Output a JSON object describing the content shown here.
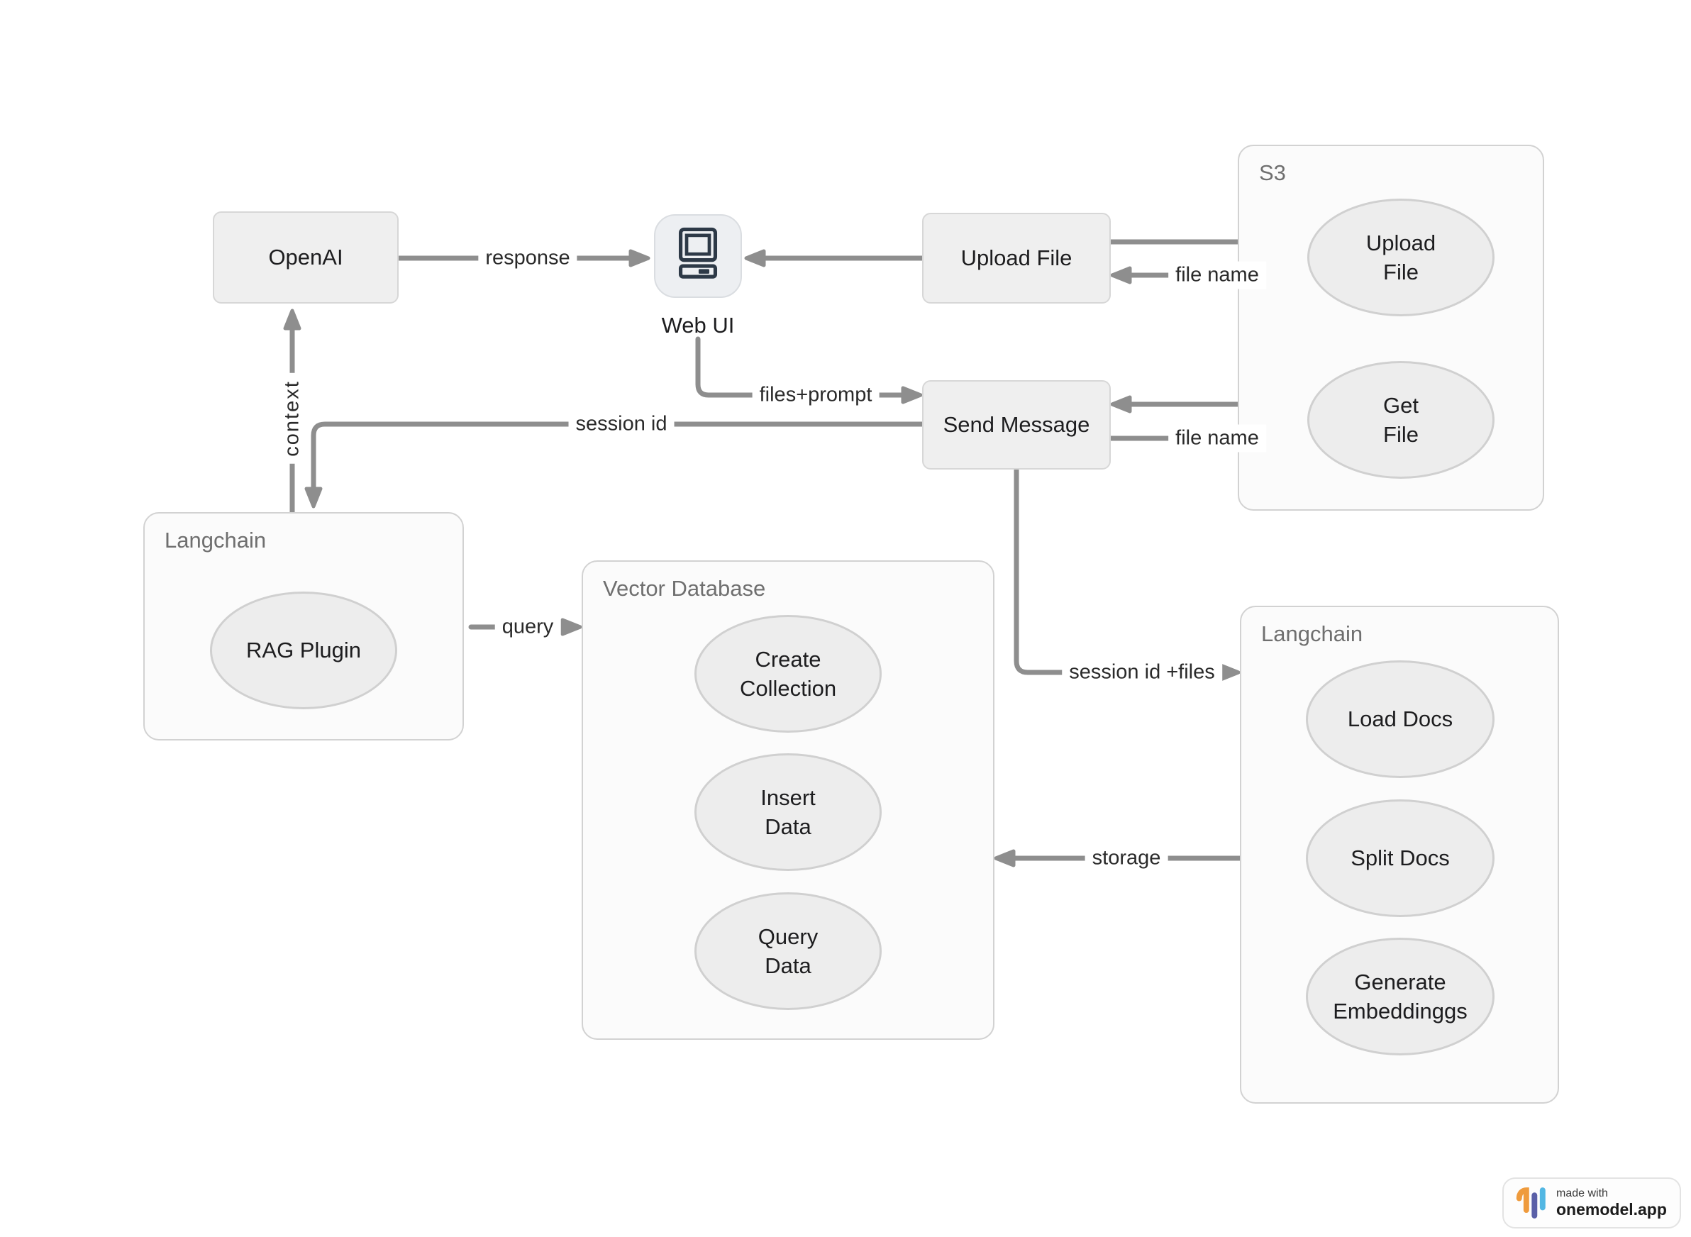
{
  "nodes": {
    "openai": {
      "label": "OpenAI"
    },
    "web_ui": {
      "label": "Web UI"
    },
    "upload_file": {
      "label": "Upload File"
    },
    "send_message": {
      "label": "Send Message"
    }
  },
  "groups": {
    "s3": {
      "title": "S3",
      "upload_file": {
        "label": "Upload\nFile"
      },
      "get_file": {
        "label": "Get\nFile"
      }
    },
    "langchain_left": {
      "title": "Langchain",
      "rag_plugin": {
        "label": "RAG Plugin"
      }
    },
    "vector_database": {
      "title": "Vector Database",
      "create_collection": {
        "label": "Create\nCollection"
      },
      "insert_data": {
        "label": "Insert\nData"
      },
      "query_data": {
        "label": "Query\nData"
      }
    },
    "langchain_right": {
      "title": "Langchain",
      "load_docs": {
        "label": "Load Docs"
      },
      "split_docs": {
        "label": "Split Docs"
      },
      "generate_embeddings": {
        "label": "Generate\nEmbeddinggs"
      }
    }
  },
  "edges": {
    "response": {
      "label": "response"
    },
    "file_name_upload": {
      "label": "file name"
    },
    "files_prompt": {
      "label": "files+prompt"
    },
    "session_id": {
      "label": "session id"
    },
    "context": {
      "label": "context"
    },
    "file_name_get": {
      "label": "file name"
    },
    "session_id_files": {
      "label": "session id +files"
    },
    "storage": {
      "label": "storage"
    },
    "query": {
      "label": "query"
    }
  },
  "badge": {
    "made_with": "made with",
    "brand": "onemodel.app"
  },
  "icons": {
    "web_ui": "computer-monitor-icon",
    "badge_logo": "onemodel-bars-icon"
  },
  "colors": {
    "wire": "#8e8e8e",
    "node_fill": "#efefef",
    "node_border": "#d7d7d7",
    "group_fill": "#fbfbfb",
    "group_border": "#d2d2d2",
    "ellipse_fill": "#ededed",
    "ellipse_border": "#d0d0d0",
    "node_text": "#1d1d1f",
    "group_label": "#6f6f6f",
    "icon_stroke": "#2d3947",
    "logo_orange": "#ef9b3d",
    "logo_indigo": "#5a60a8",
    "logo_blue": "#53b7e3"
  }
}
